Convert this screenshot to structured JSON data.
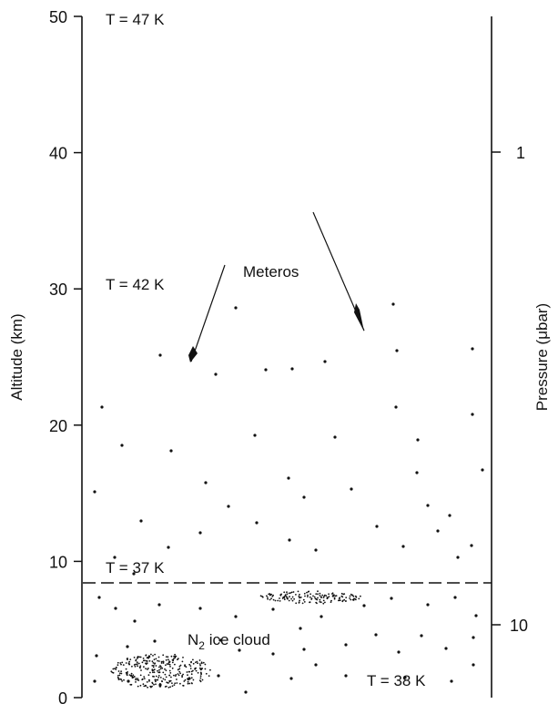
{
  "left_axis": {
    "title": "Altitude (km)",
    "ticks": [
      {
        "label": "0",
        "value": 0
      },
      {
        "label": "10",
        "value": 10
      },
      {
        "label": "20",
        "value": 20
      },
      {
        "label": "30",
        "value": 30
      },
      {
        "label": "40",
        "value": 40
      },
      {
        "label": "50",
        "value": 50
      }
    ],
    "range": [
      0,
      50
    ]
  },
  "right_axis": {
    "title": "Pressure (μbar)",
    "scale": "log",
    "ticks": [
      {
        "label": "1",
        "value": 1
      },
      {
        "label": "10",
        "value": 10
      }
    ]
  },
  "temperatures": {
    "t50": "T = 47 K",
    "t30": "T = 42 K",
    "t10": "T = 37 K",
    "t_surface": "T = 38 K"
  },
  "labels": {
    "meteors": "Meteros",
    "ice_cloud_prefix": "N",
    "ice_cloud_sub": "2",
    "ice_cloud_suffix": " ice cloud"
  },
  "features": {
    "cloud_boundary_altitude_km": 8.2
  },
  "colors": {
    "ink": "#111111",
    "background": "#ffffff"
  }
}
